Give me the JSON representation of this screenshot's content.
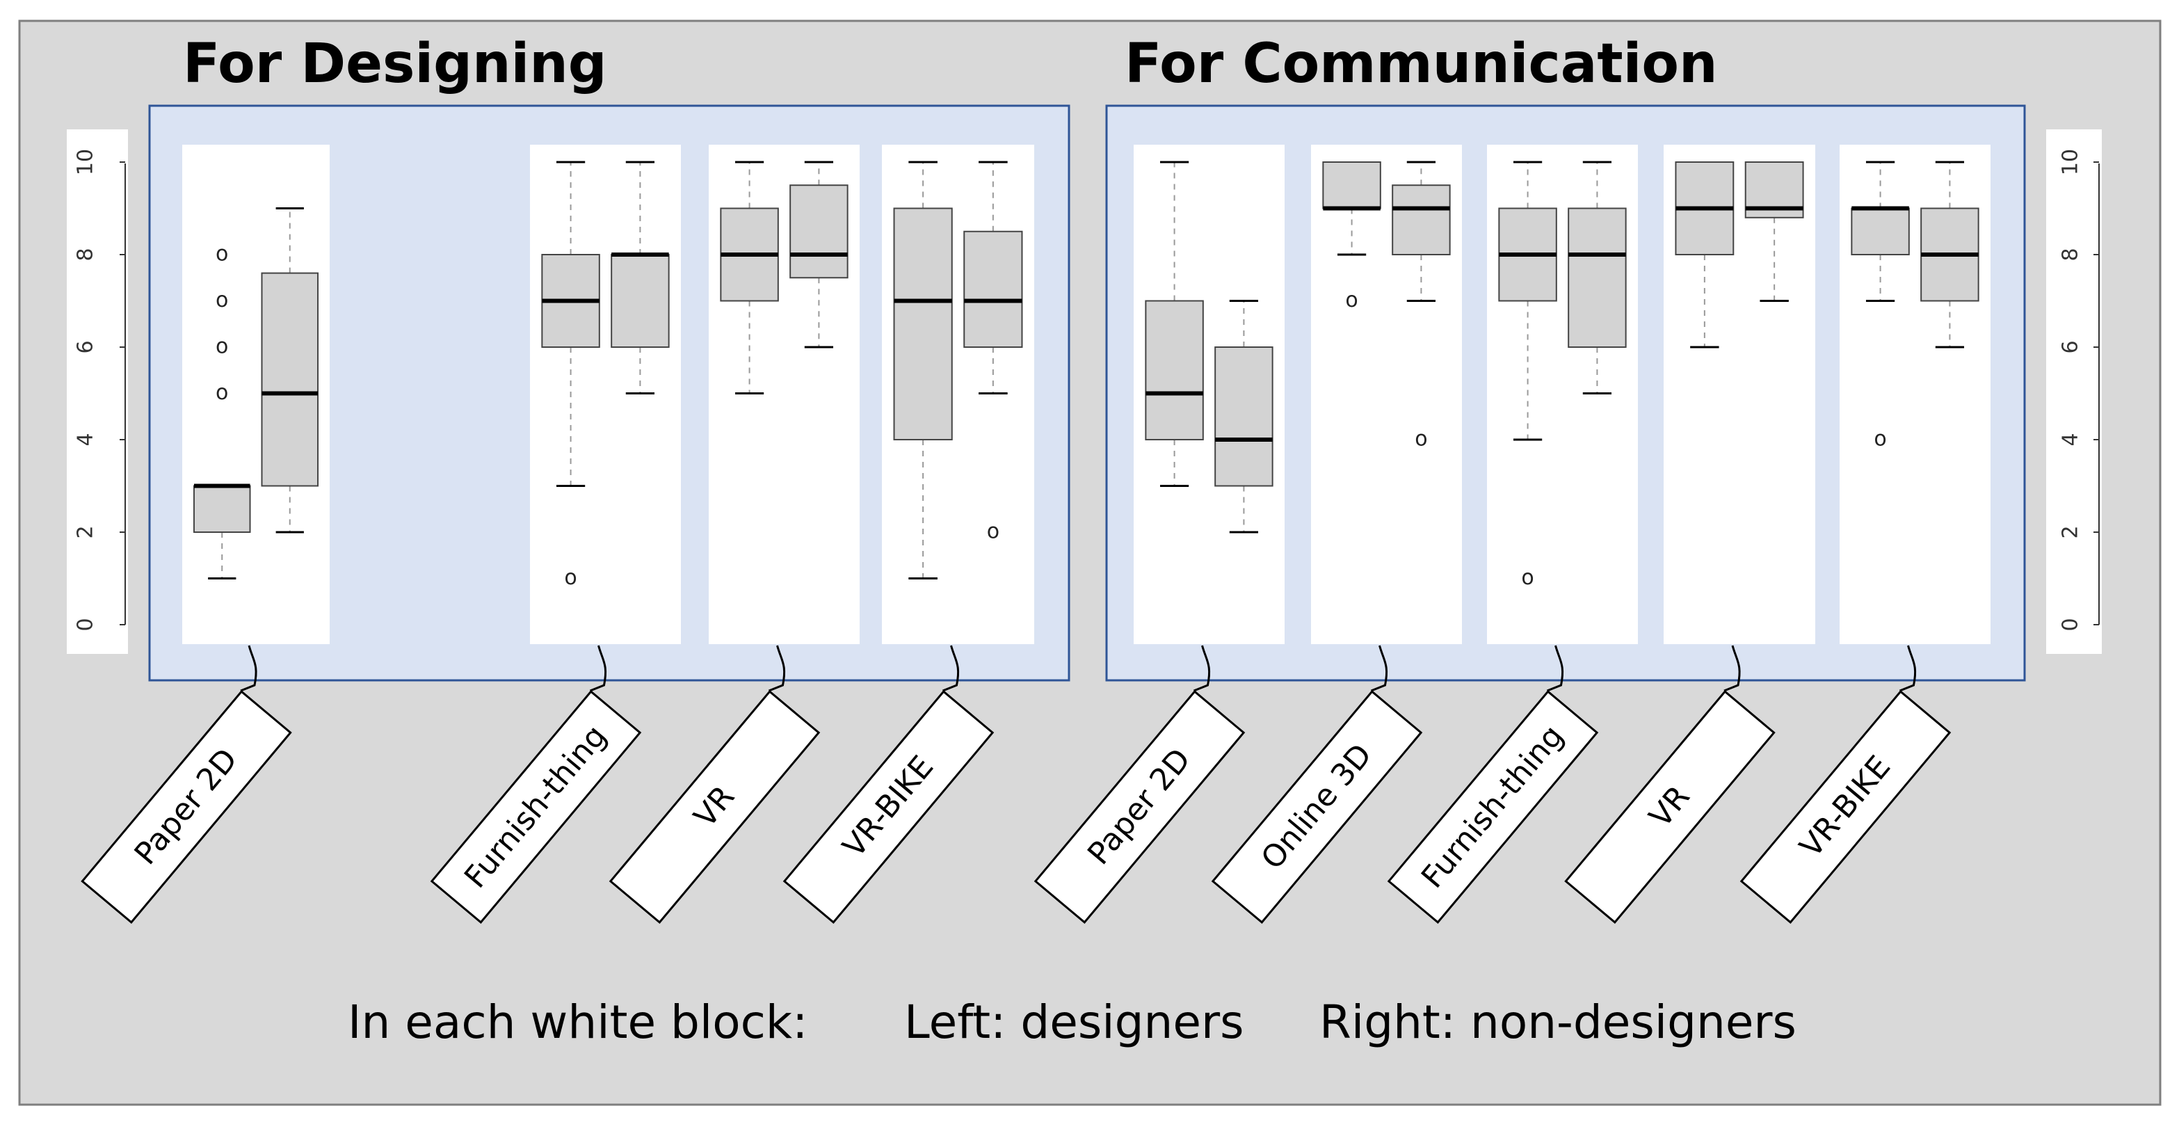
{
  "panels": [
    {
      "title": "For Designing"
    },
    {
      "title": "For Communication"
    }
  ],
  "note": {
    "intro": "In each white block:",
    "left": "Left: designers",
    "right": "Right: non-designers"
  },
  "colors": {
    "background": "#d9d9d9",
    "panel_fill": "#dae3f3",
    "panel_border": "#2f5597",
    "box_fill": "#d3d3d3",
    "median": "#000000"
  },
  "chart_data": {
    "type": "box",
    "ylim": [
      0,
      10
    ],
    "yticks": [
      0,
      2,
      4,
      6,
      8,
      10
    ],
    "series": [
      {
        "name": "designers"
      },
      {
        "name": "non-designers"
      }
    ],
    "groups": [
      {
        "panel": "For Designing",
        "label": "Paper 2D",
        "boxes": [
          {
            "min": 1,
            "q1": 2,
            "median": 3,
            "q3": 3,
            "max": 3,
            "outliers": [
              8,
              7,
              6,
              5
            ]
          },
          {
            "min": 2,
            "q1": 3,
            "median": 5,
            "q3": 7.6,
            "max": 9,
            "outliers": []
          }
        ]
      },
      {
        "panel": "For Designing",
        "label": "Furnish-thing",
        "boxes": [
          {
            "min": 3,
            "q1": 6,
            "median": 7,
            "q3": 8,
            "max": 10,
            "outliers": [
              1
            ]
          },
          {
            "min": 5,
            "q1": 6,
            "median": 8,
            "q3": 8,
            "max": 10,
            "outliers": []
          }
        ]
      },
      {
        "panel": "For Designing",
        "label": "VR",
        "boxes": [
          {
            "min": 5,
            "q1": 7,
            "median": 8,
            "q3": 9,
            "max": 10,
            "outliers": []
          },
          {
            "min": 6,
            "q1": 7.5,
            "median": 8,
            "q3": 9.5,
            "max": 10,
            "outliers": []
          }
        ]
      },
      {
        "panel": "For Designing",
        "label": "VR-BIKE",
        "boxes": [
          {
            "min": 1,
            "q1": 4,
            "median": 7,
            "q3": 9,
            "max": 10,
            "outliers": []
          },
          {
            "min": 5,
            "q1": 6,
            "median": 7,
            "q3": 8.5,
            "max": 10,
            "outliers": [
              2
            ]
          }
        ]
      },
      {
        "panel": "For Communication",
        "label": "Paper 2D",
        "boxes": [
          {
            "min": 3,
            "q1": 4,
            "median": 5,
            "q3": 7,
            "max": 10,
            "outliers": []
          },
          {
            "min": 2,
            "q1": 3,
            "median": 4,
            "q3": 6,
            "max": 7,
            "outliers": []
          }
        ]
      },
      {
        "panel": "For Communication",
        "label": "Online 3D",
        "boxes": [
          {
            "min": 8,
            "q1": 9,
            "median": 9,
            "q3": 10,
            "max": 10,
            "outliers": [
              7
            ]
          },
          {
            "min": 7,
            "q1": 8,
            "median": 9,
            "q3": 9.5,
            "max": 10,
            "outliers": [
              4
            ]
          }
        ]
      },
      {
        "panel": "For Communication",
        "label": "Furnish-thing",
        "boxes": [
          {
            "min": 4,
            "q1": 7,
            "median": 8,
            "q3": 9,
            "max": 10,
            "outliers": [
              1
            ]
          },
          {
            "min": 5,
            "q1": 6,
            "median": 8,
            "q3": 9,
            "max": 10,
            "outliers": []
          }
        ]
      },
      {
        "panel": "For Communication",
        "label": "VR",
        "boxes": [
          {
            "min": 6,
            "q1": 8,
            "median": 9,
            "q3": 10,
            "max": 10,
            "outliers": []
          },
          {
            "min": 7,
            "q1": 8.8,
            "median": 9,
            "q3": 10,
            "max": 10,
            "outliers": []
          }
        ]
      },
      {
        "panel": "For Communication",
        "label": "VR-BIKE",
        "boxes": [
          {
            "min": 7,
            "q1": 8,
            "median": 9,
            "q3": 9,
            "max": 10,
            "outliers": [
              4
            ]
          },
          {
            "min": 6,
            "q1": 7,
            "median": 8,
            "q3": 9,
            "max": 10,
            "outliers": []
          }
        ]
      }
    ]
  }
}
